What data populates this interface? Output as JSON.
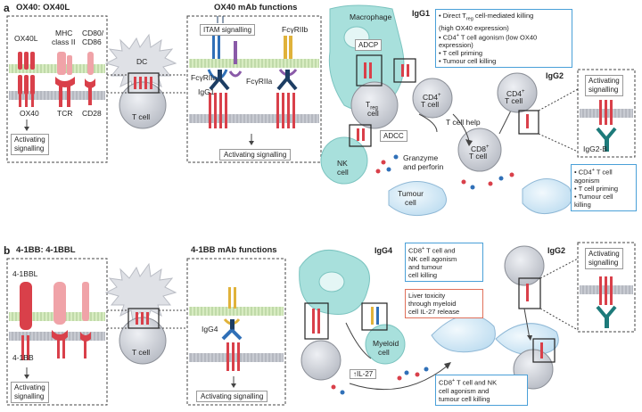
{
  "panel_a": {
    "letter": "a",
    "title": "OX40: OX40L",
    "labels": {
      "ox40l": "OX40L",
      "mhc": "MHC",
      "class2": "class II",
      "cd80": "CD80/",
      "cd86": "CD86",
      "ox40": "OX40",
      "tcr": "TCR",
      "cd28": "CD28",
      "activating1": "Activating",
      "activating2": "signalling",
      "dc": "DC",
      "tcell": "T cell"
    },
    "mab": {
      "title": "OX40 mAb functions",
      "itam": "ITAM signalling",
      "fcgr2b": "FcγRIIb",
      "fcgr2a": "FcγRIIa",
      "fcgr2a_right": "FcγRIIa",
      "igg1": "IgG1",
      "activating": "Activating signalling"
    },
    "igg1_region": {
      "macrophage": "Macrophage",
      "igg1": "IgG1",
      "adcp": "ADCP",
      "treg1": "T",
      "treg2": "reg",
      "treg3": "cell",
      "adcc": "ADCC",
      "nk1": "NK",
      "nk2": "cell",
      "granzyme1": "Granzyme",
      "granzyme2": "and perforin",
      "tumour1": "Tumour",
      "tumour2": "cell",
      "cd4a": "CD4",
      "cd4b": "T cell",
      "tcellhelp": "T cell help",
      "cd8a": "CD8",
      "cd8b": "T cell"
    },
    "note_igg1": [
      "• Direct T",
      "reg",
      " cell-mediated killing",
      "  (high OX40 expression)",
      "• CD4",
      "+",
      " T cell agonism (low OX40 expression)",
      "• T cell priming",
      "• Tumour cell killing"
    ],
    "igg2": {
      "label": "IgG2",
      "cd4a": "CD4",
      "cd4b": "T cell",
      "activating1": "Activating",
      "activating2": "signalling",
      "igg2b": "IgG2-B",
      "note1": "• CD4",
      "note2": " T cell",
      "note3": "  agonism",
      "note4": "• T cell priming",
      "note5": "• Tumour cell",
      "note6": "  killing"
    }
  },
  "panel_b": {
    "letter": "b",
    "title": "4-1BB: 4-1BBL",
    "labels": {
      "ligand": "4-1BBL",
      "receptor": "4-1BB",
      "activating1": "Activating",
      "activating2": "signalling",
      "tcell": "T cell"
    },
    "mab": {
      "title": "4-1BB mAb functions",
      "igg4": "IgG4",
      "activating": "Activating signalling"
    },
    "igg4_region": {
      "igg4": "IgG4",
      "note1a": "CD8",
      "note1b": " T cell and",
      "note1c": "NK cell agonism",
      "note1d": "and tumour",
      "note1e": "cell killing",
      "note2a": "Liver toxicity",
      "note2b": "through myeloid",
      "note2c": "cell IL-27 release",
      "myeloid1": "Myeloid",
      "myeloid2": "cell",
      "il27": "↑IL-27",
      "note3a": "CD8",
      "note3b": " T cell and NK",
      "note3c": "cell agonism and",
      "note3d": "tumour cell killing"
    },
    "igg2": {
      "label": "IgG2",
      "activating1": "Activating",
      "activating2": "signalling"
    }
  },
  "colors": {
    "red": "#d9404a",
    "pink": "#f0a3a8",
    "grey_cell": "#c9ccd3",
    "teal": "#8fd3cf",
    "membrane": "#b9bcc4",
    "green_membrane": "#cfe8b8",
    "navy": "#1d3d63",
    "blue": "#3070b8",
    "yellow": "#e0b23a",
    "purple": "#8a5aa8",
    "tumour_blue": "#cfe6f5"
  }
}
